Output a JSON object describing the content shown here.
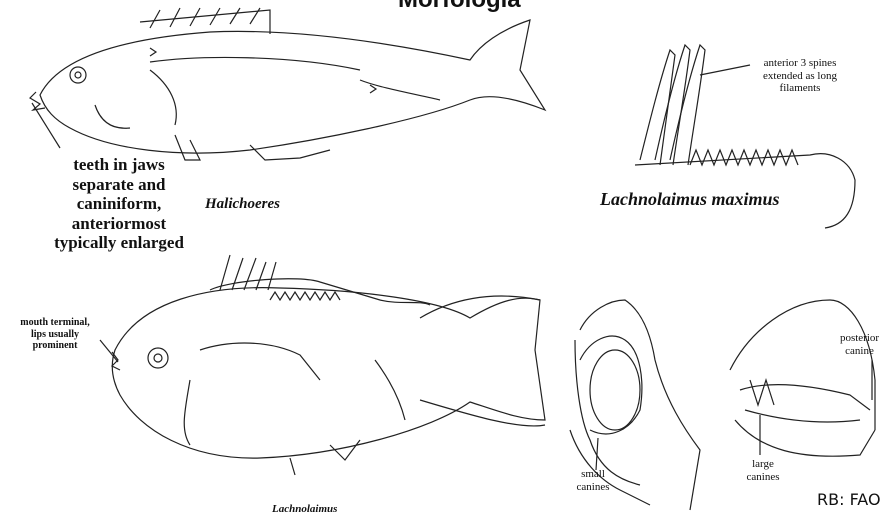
{
  "title": "Morfologia",
  "labels": {
    "teeth": [
      "teeth in jaws",
      "separate and",
      "caniniform,",
      "anteriormost",
      "typically enlarged"
    ],
    "halichoeres": "Halichoeres",
    "spines": [
      "anterior 3 spines",
      "extended as long",
      "filaments"
    ],
    "lachnolaimus_maximus": "Lachnolaimus maximus",
    "mouth": [
      "mouth terminal,",
      "lips usually",
      "prominent"
    ],
    "lachnolaimus": "Lachnolaimus",
    "small_canines": [
      "small",
      "canines"
    ],
    "large_canines": [
      "large",
      "canines"
    ],
    "posterior_canine": [
      "posterior",
      "canine"
    ],
    "credit": "RB: FAO"
  }
}
